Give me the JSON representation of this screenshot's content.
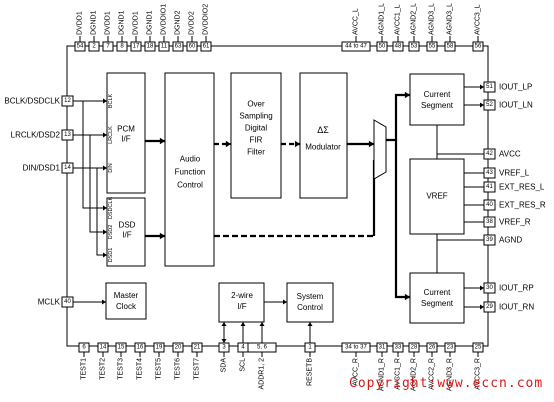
{
  "diagram": {
    "top_pins": [
      {
        "num": "54",
        "name": "DVDD1"
      },
      {
        "num": "2",
        "name": "DGND1"
      },
      {
        "num": "7",
        "name": "DVDD1"
      },
      {
        "num": "8",
        "name": "DGND1"
      },
      {
        "num": "17",
        "name": "DVDD1"
      },
      {
        "num": "18",
        "name": "DGND1"
      },
      {
        "num": "11",
        "name": "DVDDIO1"
      },
      {
        "num": "63",
        "name": "DGND2"
      },
      {
        "num": "60",
        "name": "DVDD2"
      },
      {
        "num": "61",
        "name": "DVDDIO2"
      },
      {
        "num": "44 to 47",
        "name": "AVCC_L"
      },
      {
        "num": "50",
        "name": "AGND1_L"
      },
      {
        "num": "48",
        "name": "AVCC1_L"
      },
      {
        "num": "53",
        "name": "AGND2_L"
      },
      {
        "num": "55",
        "name": "AGND3_L"
      },
      {
        "num": "58",
        "name": "AGND3_L"
      },
      {
        "num": "56",
        "name": "AVCC3_L"
      }
    ],
    "bottom_pins": [
      {
        "num": "6",
        "name": "TEST1"
      },
      {
        "num": "14",
        "name": "TEST2"
      },
      {
        "num": "15",
        "name": "TEST3"
      },
      {
        "num": "16",
        "name": "TEST4"
      },
      {
        "num": "19",
        "name": "TEST5"
      },
      {
        "num": "20",
        "name": "TEST6"
      },
      {
        "num": "21",
        "name": "TEST7"
      },
      {
        "num": "3",
        "name": "SDA"
      },
      {
        "num": "4",
        "name": "SCL"
      },
      {
        "num": "5, 6",
        "name": "ADDR1, 2"
      },
      {
        "num": "1",
        "name": "RESETB"
      },
      {
        "num": "34 to 37",
        "name": "AVCC_R"
      },
      {
        "num": "31",
        "name": "AGND1_R"
      },
      {
        "num": "33",
        "name": "AVCC1_R"
      },
      {
        "num": "28",
        "name": "AGND2_R"
      },
      {
        "num": "26",
        "name": "AVCC2_R"
      },
      {
        "num": "23",
        "name": "AGND3_R"
      },
      {
        "num": "25",
        "name": "AVCC3_R"
      }
    ],
    "left_pins": [
      {
        "num": "12",
        "name": "BCLK/DSDCLK"
      },
      {
        "num": "13",
        "name": "LRCLK/DSD2"
      },
      {
        "num": "14",
        "name": "DIN/DSD1"
      },
      {
        "num": "40",
        "name": "MCLK"
      }
    ],
    "right_pins": [
      {
        "num": "51",
        "name": "IOUT_LP"
      },
      {
        "num": "52",
        "name": "IOUT_LN"
      },
      {
        "num": "42",
        "name": "AVCC"
      },
      {
        "num": "43",
        "name": "VREF_L"
      },
      {
        "num": "41",
        "name": "EXT_RES_L"
      },
      {
        "num": "40",
        "name": "EXT_RES_R"
      },
      {
        "num": "38",
        "name": "VREF_R"
      },
      {
        "num": "39",
        "name": "AGND"
      },
      {
        "num": "30",
        "name": "IOUT_RP"
      },
      {
        "num": "29",
        "name": "IOUT_RN"
      }
    ],
    "blocks": {
      "pcm": [
        "PCM",
        "I/F"
      ],
      "pcm_ports": [
        "BCLK",
        "LRCLK",
        "DIN"
      ],
      "dsd": [
        "DSD",
        "I/F"
      ],
      "dsd_ports": [
        "DSDCLK",
        "DSD2",
        "DSD1"
      ],
      "afc": [
        "Audio",
        "Function",
        "Control"
      ],
      "filter": [
        "Over",
        "Sampling",
        "Digital",
        "FIR",
        "Filter"
      ],
      "mod": [
        "ΔΣ",
        "Modulator"
      ],
      "cs_top": [
        "Current",
        "Segment"
      ],
      "vref": [
        "VREF"
      ],
      "cs_bottom": [
        "Current",
        "Segment"
      ],
      "clock": [
        "Master",
        "Clock"
      ],
      "twowire": [
        "2-wire",
        "I/F"
      ],
      "sysctl": [
        "System",
        "Control"
      ]
    }
  },
  "watermark": "Copyright:www.eccn.com"
}
